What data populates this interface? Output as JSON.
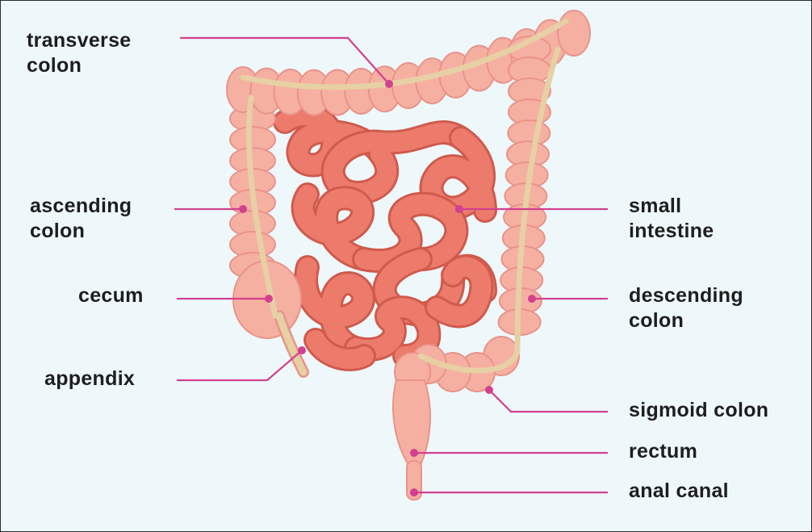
{
  "labels": {
    "transverse_colon": [
      "transverse",
      "colon"
    ],
    "ascending_colon": [
      "ascending",
      "colon"
    ],
    "cecum": [
      "cecum"
    ],
    "appendix": [
      "appendix"
    ],
    "small_intestine": [
      "small",
      "intestine"
    ],
    "descending_colon": [
      "descending",
      "colon"
    ],
    "sigmoid_colon": [
      "sigmoid colon"
    ],
    "rectum": [
      "rectum"
    ],
    "anal_canal": [
      "anal canal"
    ]
  },
  "colors": {
    "background": "#eef8fb",
    "large_intestine": "#f6b0a2",
    "large_intestine_shade": "#e9938a",
    "small_intestine": "#ec7b6c",
    "small_intestine_shade": "#cf5a4d",
    "vessel": "#e6d0a4",
    "leader_line": "#d2408f"
  }
}
